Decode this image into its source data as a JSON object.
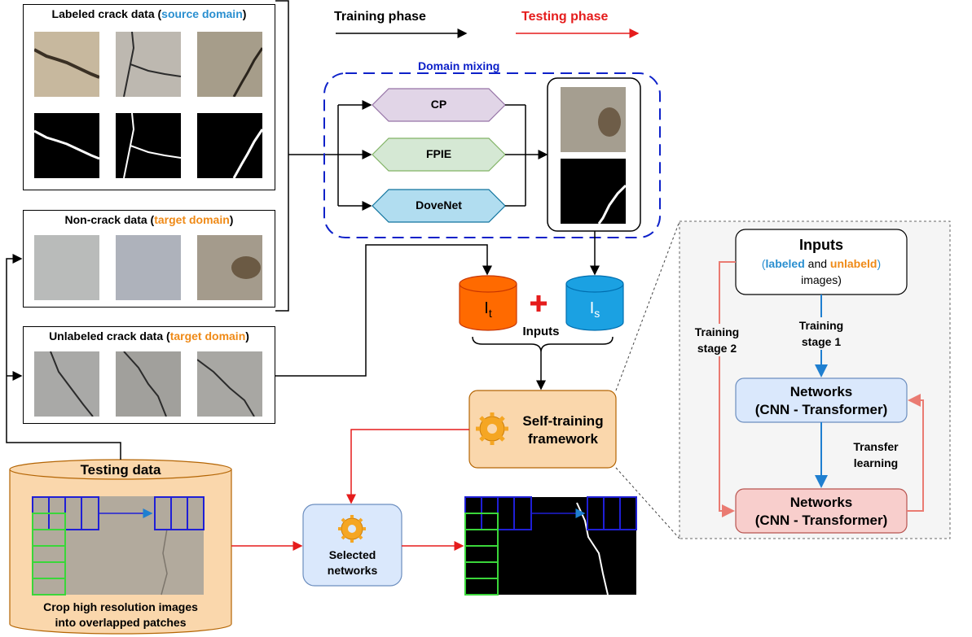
{
  "legend": {
    "training": "Training phase",
    "testing": "Testing phase"
  },
  "labeled_panel": {
    "prefix": "Labeled crack data (",
    "domain": "source domain",
    "suffix": ")"
  },
  "noncrack_panel": {
    "prefix": "Non-crack data (",
    "domain": "target domain",
    "suffix": ")"
  },
  "unlabeled_panel": {
    "prefix": "Unlabeled crack data (",
    "domain": "target domain",
    "suffix": ")"
  },
  "domain_mixing": {
    "title": "Domain mixing",
    "methods": [
      "CP",
      "FPIE",
      "DoveNet"
    ]
  },
  "inputs": {
    "it": "I",
    "it_sub": "t",
    "is": "I",
    "is_sub": "s",
    "plus": "+",
    "label": "Inputs"
  },
  "self_training": {
    "line1": "Self-training",
    "line2": "framework"
  },
  "selected": {
    "line1": "Selected",
    "line2": "networks"
  },
  "testing": {
    "title": "Testing data",
    "caption1": "Crop high resolution images",
    "caption2": "into overlapped patches"
  },
  "detail": {
    "inputs_title": "Inputs",
    "inputs_open": "(",
    "inputs_labeled": "labeled",
    "inputs_and": " and ",
    "inputs_unlabeled": "unlabeld",
    "inputs_close": "images)",
    "stage1_line1": "Training",
    "stage1_line2": "stage 1",
    "stage2_line1": "Training",
    "stage2_line2": "stage 2",
    "net1_line1": "Networks",
    "net1_line2": "(CNN - Transformer)",
    "transfer_line1": "Transfer",
    "transfer_line2": "learning",
    "net2_line1": "Networks",
    "net2_line2": "(CNN - Transformer)"
  },
  "colors": {
    "source": "#2a8fd0",
    "target": "#ef8a17",
    "testing": "#e51c1c",
    "cp": "#e1d5e7",
    "fpie": "#d5e8d4",
    "dovenet": "#b1ddf0",
    "self_training": "#fad7ac",
    "selected": "#dae8fc",
    "net1": "#dae8fc",
    "net2": "#f8cecc",
    "cyl_t": "#ff6a00",
    "cyl_s": "#1ba1e2"
  }
}
